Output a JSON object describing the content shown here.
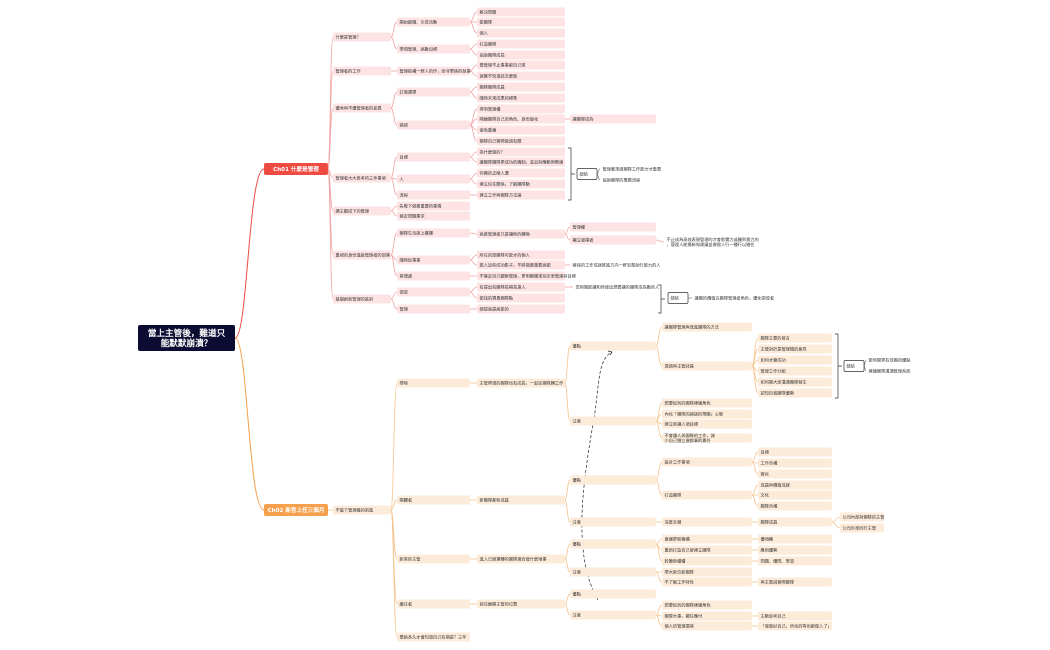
{
  "root": "當上主管後，難道只能默默崩潰？",
  "colors": {
    "root_bg": "#0c0c33",
    "ch1": "#ee4b43",
    "ch1_node": "#fde3e3",
    "ch1_line": "#f0a3a3",
    "ch2": "#f5a04c",
    "ch2_node": "#fdebd9",
    "ch2_line": "#f4c48f"
  },
  "ch1": {
    "title": "Ch01 什麼是管理",
    "n_1": "什麼是管理？",
    "n_1_1": "開始跟隨、引導活動",
    "n_1_1_1": "解決問題",
    "n_1_1_2": "能團隊",
    "n_1_1_3": "個人",
    "n_1_2": "帶領管理、高數目標",
    "n_1_2_1": "打造團隊",
    "n_1_2_2": "協助團隊成長",
    "n_2": "管理者的工作",
    "n_2_1": "管理結構一群人的作，而非單純的執事",
    "n_2_1_1": "要管理不止事事都自己來",
    "n_2_1_2": "就算不知道該怎麼做",
    "n_3": "優秀與不優管理者的差異",
    "n_3_1": "訂做選擇",
    "n_3_1_1": "團隊團隊成員",
    "n_3_1_2": "隨時未來成果的標準",
    "n_3_2": "錯誤",
    "n_3_2_1": "得到管理權",
    "n_3_2_2": "隔離團隊自己的角色、身份變化",
    "n_3_2_2_1": "讓團隊成為",
    "n_3_2_3": "避免重複",
    "n_3_2_4": "團隊自己實際做過有關",
    "n_4": "管理者大大思考的三件事項",
    "n_4_1": "目標",
    "n_4_1_1": "為什麼做的？",
    "n_4_1_2": "讓團隊團隊更成功的機制，並且對應範例教練",
    "n_4_2": "人",
    "n_4_2_1": "你團的正確人選",
    "n_4_2_2": "建立信任關係，了解團隊動",
    "n_4_3": "流程",
    "n_4_3_1": "建立工作與團隊方法論",
    "n_4_b": "總結",
    "n_4_b_1": "管理著來做團隊工作能力才重要",
    "n_4_b_2": "協助團隊的專屬流程",
    "n_5": "讀主觀成下的管理",
    "n_5_1": "失敗下做最重要的事情",
    "n_5_2": "確定問題需求",
    "n_6": "重視的身份進級管理者的部落",
    "n_6_1": "團隊生活誰上層樓",
    "n_6_1_1": "高度管理者只是讓他的轉換",
    "n_6_1_1_1": "管理權",
    "n_6_1_1_2": "獨立發揮者",
    "n_6_1_1_2_1": "不止成為高效表現管理的才會影響力或獨到實力的，管理人能需新和建議並做個人行一種行以擔任",
    "n_6_2": "隨時從事事",
    "n_6_2_1": "所在的部團隊可能才的個人",
    "n_6_2_2": "能人這些成功影子，不將做最重要高能",
    "n_6_2_2_1": "確保的工作成就推進方向一群有幫助行能力的人",
    "n_6_3": "第傳遞",
    "n_6_3_1": "不確定自己觀察管理，更明團團來別次里管理其目標",
    "n_7": "基礎創新管理的區別",
    "n_7_1": "領導",
    "n_7_1_1": "有提出有團隊長期長遠人",
    "n_7_1_1_1": "您時間能讓和時使這想要讓的團隊成為數的人",
    "n_7_1_2": "能找的寶貴團隊點",
    "n_7_2": "管理",
    "n_7_2_1": "總提高提高能的",
    "n_7_b": "總結",
    "n_7_b_1": "讓團的價值在團隊管理者角色，優化領導者"
  },
  "ch2": {
    "title": "Ch02 新官上任三個月",
    "n_1": "不當下管理職的前進",
    "n_1_1": "帶陸",
    "n_1_1_1": "主管帶領的團隊也有成長，一起往團隊轉工作",
    "n_1_1_1_1": "優點",
    "n_1_1_1_1_1": "讓團隊管理與改進團隊的方法",
    "n_1_1_1_1_2": "透過與主管討論",
    "n_1_1_1_1_2_1": "團隊主要的發言",
    "n_1_1_1_1_2_2": "主管對於是管理類的意見",
    "n_1_1_1_1_2_3": "如何才算成功",
    "n_1_1_1_1_2_4": "管理工作分配",
    "n_1_1_1_1_2_5": "如何閱大家溝通團隊發生",
    "n_1_1_1_1_2_6": "認知自我團隊優勢",
    "n_1_1_1_b": "總結",
    "n_1_1_1_b_1": "能時間更有效團的優點",
    "n_1_1_1_b_2": "建議團隊溝通管理系統",
    "n_1_1_1_2": "注意",
    "n_1_1_1_2_1": "想要從別的團隊建議角色",
    "n_1_1_1_2_2": "內化「團隊的錯誤的帶團」心態",
    "n_1_1_1_2_3": "建立新讓人項目標",
    "n_1_1_1_2_4": "不會讓人與團隊的工作，減少自己錯立進都事的責任",
    "n_1_2": "開闢者",
    "n_1_2_1": "新團隊都和成員",
    "n_1_2_1_1": "優點",
    "n_1_2_1_1_1": "設計工作事項",
    "n_1_2_1_1_1_1": "目標",
    "n_1_2_1_1_1_2": "工作合構",
    "n_1_2_1_1_1_3": "實化",
    "n_1_2_1_1_2": "打造團隊",
    "n_1_2_1_1_2_1": "成員與價值成就",
    "n_1_2_1_1_2_2": "文化",
    "n_1_2_1_1_2_3": "團隊合構",
    "n_1_2_1_2": "注意",
    "n_1_2_1_2_1": "深度互聯",
    "n_1_2_1_2_1_1": "團隊成員",
    "n_1_2_1_2_1_1_1": "公司內部對團隊的主管",
    "n_1_2_1_2_1_1_2": "公司外部同行主管",
    "n_1_3": "新來的主管",
    "n_1_3_1": "進入已經運轉的團隊適合做什麼項事",
    "n_1_3_1_1": "優點",
    "n_1_3_1_1_1": "會議更新機構",
    "n_1_3_1_1_1_1": "優項獨",
    "n_1_3_1_1_2": "重新打造自己發建立團隊",
    "n_1_3_1_1_2_1": "應用優勢",
    "n_1_3_1_1_3": "聆聽新權權",
    "n_1_3_1_1_3_1": "問題、優問、學習",
    "n_1_3_1_2": "注意",
    "n_1_3_1_2_1": "帶大新位新團隊",
    "n_1_3_1_2_2": "不了解工作特性",
    "n_1_3_1_2_2_1": "與主管說實際團隊",
    "n_1_4": "繼任者",
    "n_1_4_1": "前任離開主管的位置",
    "n_1_4_1_1": "優點",
    "n_1_4_1_2": "注意",
    "n_1_4_1_2_1": "想要從別的團隊建議角色",
    "n_1_4_1_2_2": "團隊大事，顯任應付",
    "n_1_4_1_2_2_1": "主動思考自己",
    "n_1_4_1_2_3": "個人的管理環境",
    "n_1_4_1_2_3_1": "「我做好自己，所也的等也都做入了」",
    "n_1_5": "要給多久才會知道自己有期是？三年"
  }
}
